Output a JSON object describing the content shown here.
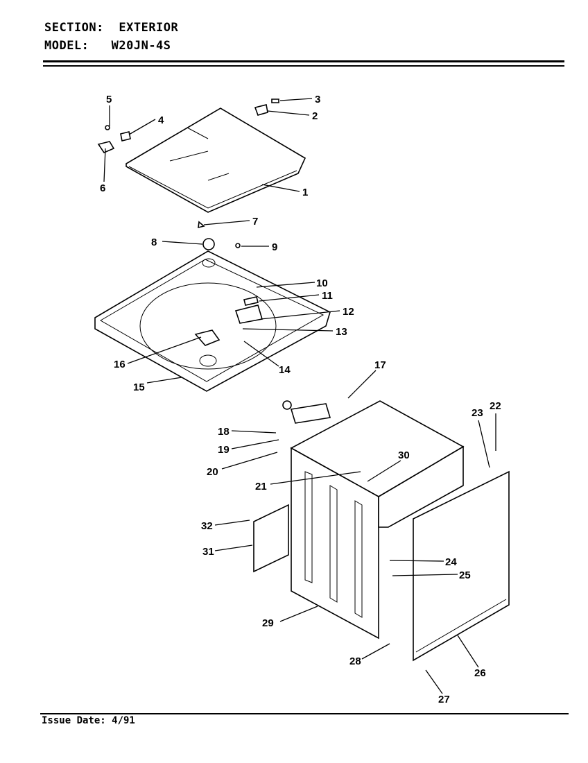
{
  "header": {
    "section_label": "SECTION:",
    "section_value": "EXTERIOR",
    "model_label": "MODEL:",
    "model_value": "W20JN-4S"
  },
  "footer": {
    "issue_date": "Issue Date: 4/91"
  },
  "callouts": [
    "1",
    "2",
    "3",
    "4",
    "5",
    "6",
    "7",
    "8",
    "9",
    "10",
    "11",
    "12",
    "13",
    "14",
    "15",
    "16",
    "17",
    "18",
    "19",
    "20",
    "21",
    "22",
    "23",
    "24",
    "25",
    "26",
    "27",
    "28",
    "29",
    "30",
    "31",
    "32"
  ]
}
